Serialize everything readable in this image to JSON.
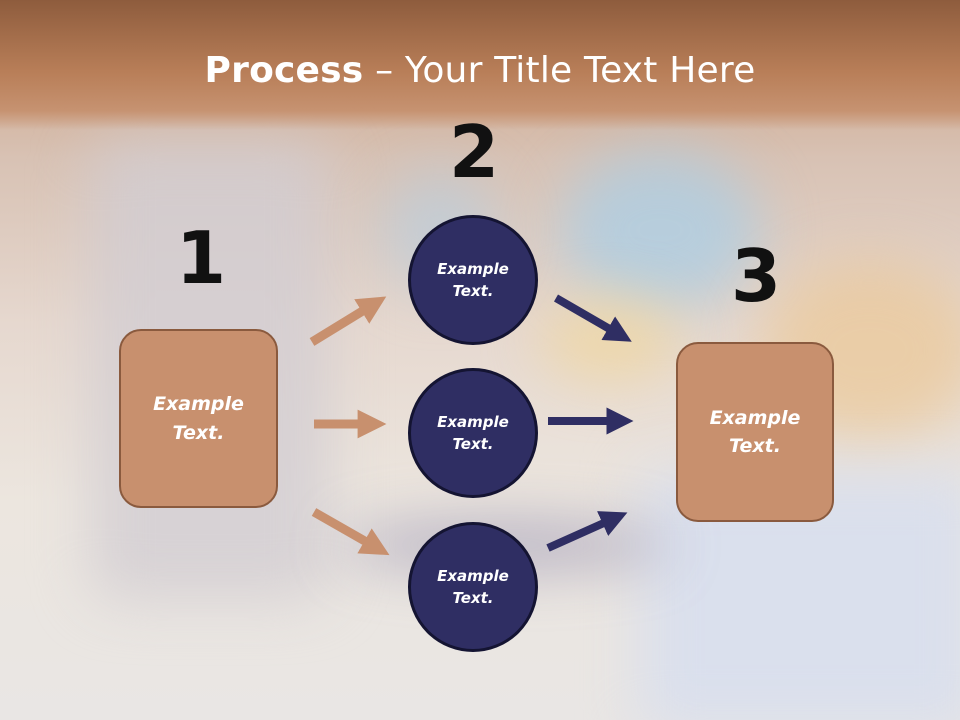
{
  "title": {
    "bold": "Process",
    "rest": " – Your Title Text Here"
  },
  "steps": {
    "n1": "1",
    "n2": "2",
    "n3": "3"
  },
  "boxes": {
    "left": "Example\nText.",
    "right": "Example\nText."
  },
  "circles": {
    "top": "Example\nText.",
    "middle": "Example\nText.",
    "bottom": "Example\nText."
  },
  "colors": {
    "box_fill": "#c8906e",
    "circle_fill": "#2f2e63",
    "arrow_tan": "#c8906e",
    "arrow_navy": "#2f2e63"
  }
}
